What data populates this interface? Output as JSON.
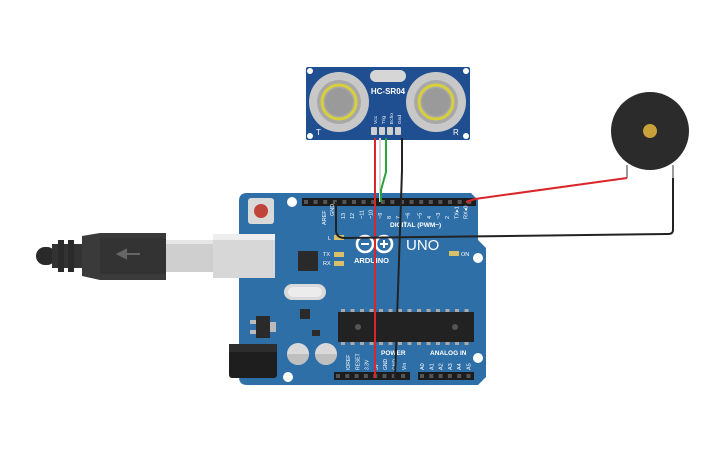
{
  "sensor": {
    "model": "HC-SR04",
    "pins": [
      "Vcc",
      "Trig",
      "Echo",
      "Gnd"
    ],
    "left_mark": "T",
    "right_mark": "R"
  },
  "board": {
    "brand": "ARDUINO",
    "model": "UNO",
    "on_label": "ON",
    "tx_label": "TX",
    "rx_label": "RX",
    "l_label": "L",
    "digital_header": "DIGITAL (PWM~)",
    "aref": "AREF",
    "gnd_top": "GND",
    "digital_pins": [
      "13",
      "12",
      "~11",
      "~10",
      "~9",
      "8",
      "7",
      "~6",
      "~5",
      "4",
      "~3",
      "2",
      "TX▸1",
      "RX◂0"
    ],
    "power_header": "POWER",
    "power_pins": [
      "IOREF",
      "RESET",
      "3.3V",
      "5V",
      "GND",
      "GND",
      "Vin"
    ],
    "analog_header": "ANALOG IN",
    "analog_pins": [
      "A0",
      "A1",
      "A2",
      "A3",
      "A4",
      "A5"
    ]
  },
  "colors": {
    "board": "#2f6fa8",
    "sensor": "#1f4f91",
    "wire_red": "#d9262b",
    "wire_black": "#222222",
    "wire_green": "#2aa33a",
    "wire_white": "#d8d8d8",
    "buzzer": "#2b2b2b",
    "buzzer_center": "#c9a13a"
  }
}
